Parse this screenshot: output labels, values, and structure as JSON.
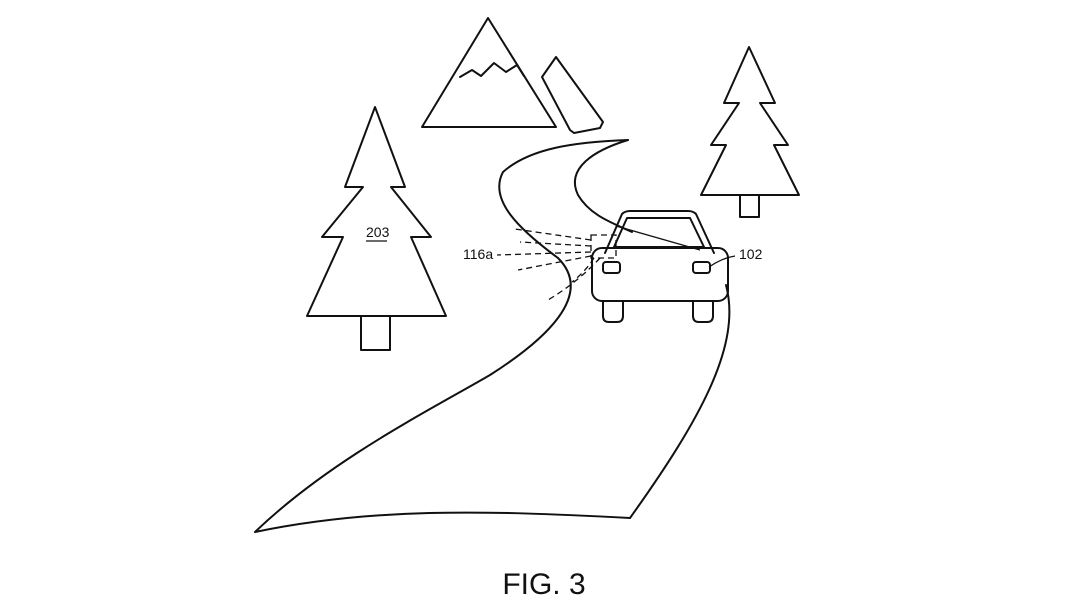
{
  "figure": {
    "caption": "FIG. 3",
    "labels": {
      "tree": "203",
      "vehicle": "102",
      "sensor": "116a"
    }
  }
}
